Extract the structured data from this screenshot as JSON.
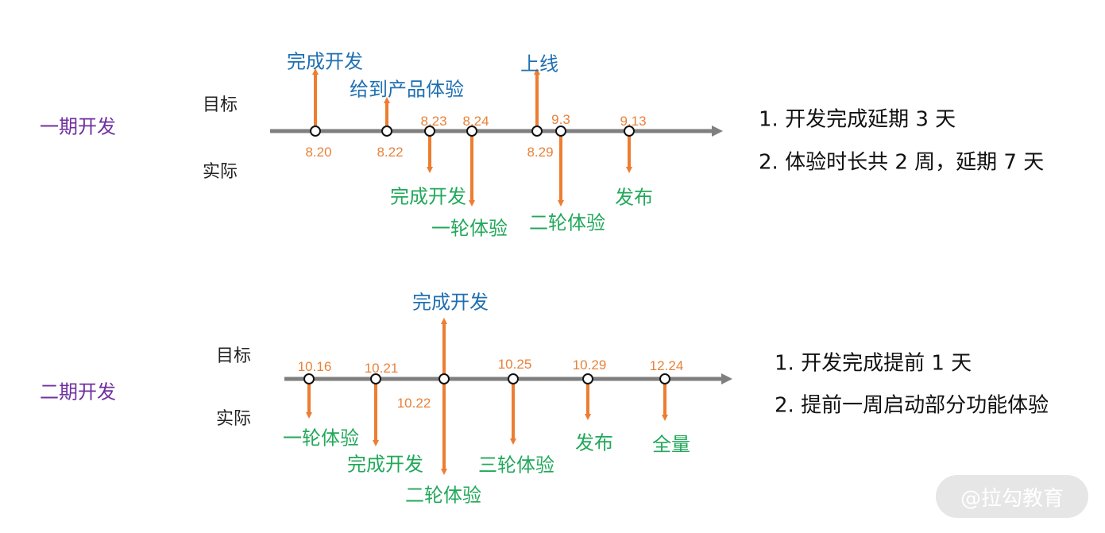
{
  "phase1": {
    "title": "一期开发",
    "target_label": "目标",
    "actual_label": "实际",
    "events": [
      {
        "date": "8.20",
        "label": "完成开发",
        "kind": "target"
      },
      {
        "date": "8.22",
        "label": "给到产品体验",
        "kind": "target"
      },
      {
        "date": "8.23",
        "label": "完成开发",
        "kind": "actual"
      },
      {
        "date": "8.24",
        "label": "一轮体验",
        "kind": "actual"
      },
      {
        "date": "8.29",
        "label": "上线",
        "kind": "target"
      },
      {
        "date": "9.3",
        "label": "二轮体验",
        "kind": "actual"
      },
      {
        "date": "9.13",
        "label": "发布",
        "kind": "actual"
      }
    ],
    "notes": [
      "1. 开发完成延期 3 天",
      "2. 体验时长共 2 周，延期 7 天"
    ]
  },
  "phase2": {
    "title": "二期开发",
    "target_label": "目标",
    "actual_label": "实际",
    "events": [
      {
        "date": "10.16",
        "label": "一轮体验",
        "kind": "actual"
      },
      {
        "date": "10.21",
        "label": "完成开发",
        "kind": "actual"
      },
      {
        "date": "10.22",
        "label": "完成开发",
        "kind": "target"
      },
      {
        "date": "10.22",
        "label": "二轮体验",
        "kind": "actual"
      },
      {
        "date": "10.25",
        "label": "三轮体验",
        "kind": "actual"
      },
      {
        "date": "10.29",
        "label": "发布",
        "kind": "actual"
      },
      {
        "date": "12.24",
        "label": "全量",
        "kind": "actual"
      }
    ],
    "notes": [
      "1. 开发完成提前 1 天",
      "2. 提前一周启动部分功能体验"
    ]
  },
  "watermark": "@拉勾教育",
  "colors": {
    "axis": "#7f7f7f",
    "arrow": "#ed7d31",
    "target": "#1f6fb2",
    "actual": "#22a85a",
    "phase": "#7030a0",
    "date": "#e8823a"
  }
}
